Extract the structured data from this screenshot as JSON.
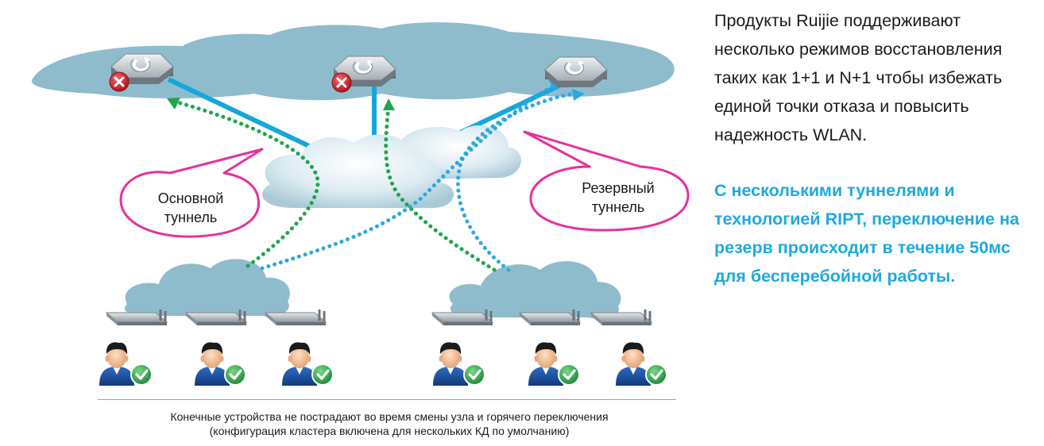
{
  "description": "Продукты Ruijie поддерживают несколько режимов восстановления таких как 1+1 и N+1 чтобы избежать единой точки отказа и повысить надежность WLAN.",
  "highlight": "С несколькими туннелями и технологией RIPT, переключение на резерв происходит в течение 50мс для бесперебойной работы.",
  "labels": {
    "primary_tunnel_line1": "Основной",
    "primary_tunnel_line2": "туннель",
    "backup_tunnel_line1": "Резервный",
    "backup_tunnel_line2": "туннель"
  },
  "caption": {
    "line1": "Конечные устройства не пострадают во время смены узла и горячего переключения",
    "line2": "(конфигурация кластера включена для нескольких КД по умолчанию)"
  },
  "colors": {
    "cloud": "#8fbccc",
    "solid_link": "#17a6dc",
    "green_tunnel": "#1fa54a",
    "blue_tunnel": "#29a9e1",
    "callout": "#e5329b",
    "fail_badge": "#d8262e",
    "ok_badge": "#2ea84a",
    "highlight_text": "#1ea9e0"
  },
  "controllers": [
    {
      "name": "controller-1",
      "state": "failed",
      "icon": "close-icon"
    },
    {
      "name": "controller-2",
      "state": "failed",
      "icon": "close-icon"
    },
    {
      "name": "controller-3",
      "state": "active",
      "icon": "none"
    }
  ],
  "sites": [
    {
      "access_points": 3,
      "users": 3
    },
    {
      "access_points": 3,
      "users": 3
    }
  ]
}
